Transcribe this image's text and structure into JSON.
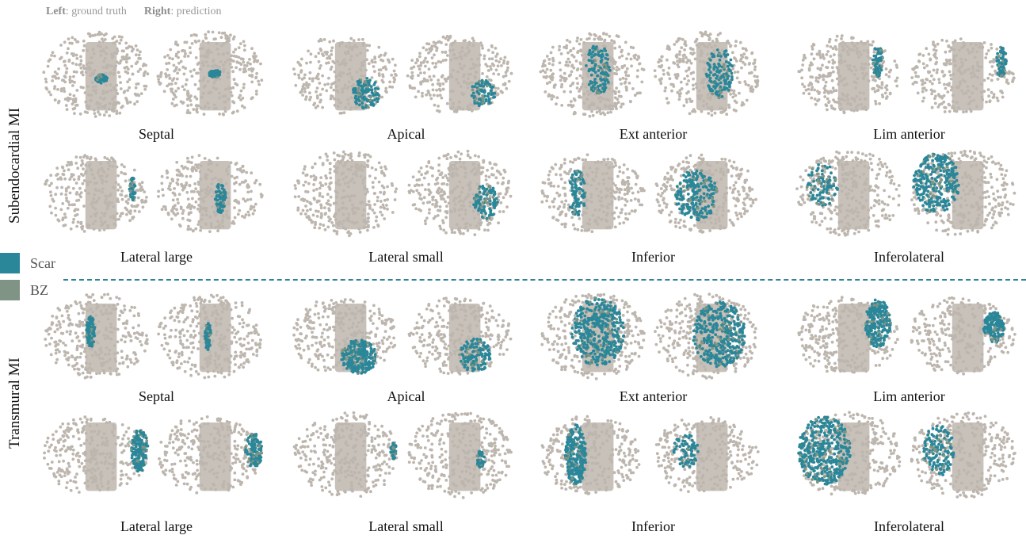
{
  "header": {
    "left_bold": "Left",
    "left_rest": ": ground truth",
    "right_bold": "Right",
    "right_rest": ": prediction"
  },
  "row_labels": {
    "subendocardial": "Subendocardial MI",
    "transmural": "Transmural MI"
  },
  "legend": [
    {
      "label": "Scar",
      "color": "#2a8799"
    },
    {
      "label": "BZ",
      "color": "#7f9485"
    }
  ],
  "colors": {
    "myocardium": "#bdb6ae",
    "scar": "#2a8799",
    "bz": "#7f9485",
    "divider": "#2e8394"
  },
  "captions": [
    [
      "Septal",
      "Apical",
      "Ext anterior",
      "Lim anterior"
    ],
    [
      "Lateral large",
      "Lateral small",
      "Inferior",
      "Inferolateral"
    ],
    [
      "Septal",
      "Apical",
      "Ext anterior",
      "Lim anterior"
    ],
    [
      "Lateral large",
      "Lateral small",
      "Inferior",
      "Inferolateral"
    ]
  ]
}
